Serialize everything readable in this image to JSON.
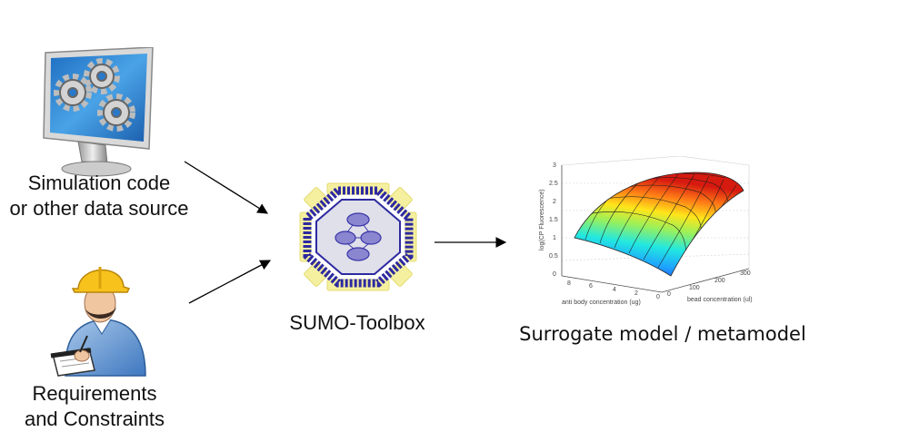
{
  "nodes": {
    "simulation": {
      "line1": "Simulation code",
      "line2": "or other data source",
      "icon": "monitor-gears-icon"
    },
    "requirements": {
      "line1": "Requirements",
      "line2": "and Constraints",
      "icon": "engineer-icon"
    },
    "toolbox": {
      "label": "SUMO-Toolbox",
      "icon": "sumo-toolbox-logo"
    },
    "metamodel": {
      "label": "Surrogate model / metamodel",
      "icon": "surface-plot-icon",
      "plot": {
        "xlabel": "anti body concentration (ug)",
        "ylabel": "bead concentration (ul)",
        "zlabel": "log(CP Fluorescence)",
        "z_ticks": [
          "3",
          "2.5",
          "2",
          "1.5",
          "1",
          "0.5",
          "0"
        ],
        "x_ticks": [
          "8",
          "6",
          "4",
          "2",
          "0"
        ],
        "y_ticks": [
          "0",
          "100",
          "200",
          "300"
        ]
      }
    }
  },
  "colors": {
    "arrow": "#000000",
    "monitor_screen": "#3a8fd6",
    "toolbox_blue": "#2e2aa0",
    "toolbox_yellow": "#f5f0a0"
  }
}
